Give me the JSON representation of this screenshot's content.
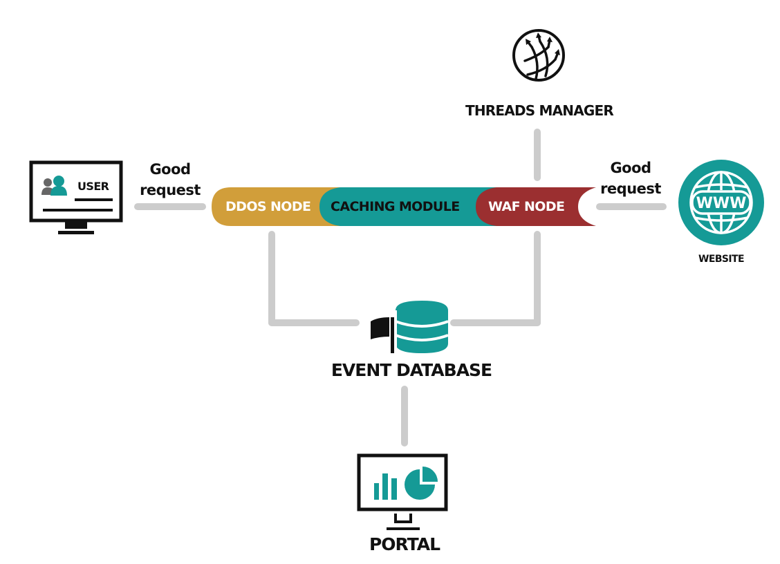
{
  "diagram": {
    "nodes": {
      "user": {
        "label": "USER",
        "icon": "user-monitor-icon"
      },
      "threads_manager": {
        "label": "THREADS MANAGER",
        "icon": "globe-arrows-icon"
      },
      "website": {
        "label": "WEBSITE",
        "icon": "www-globe-icon",
        "icon_text": "WWW"
      },
      "event_database": {
        "label": "EVENT DATABASE",
        "icon": "database-flag-icon"
      },
      "portal": {
        "label": "PORTAL",
        "icon": "dashboard-monitor-icon"
      }
    },
    "pipeline": [
      {
        "id": "ddos",
        "label": "DDOS NODE",
        "color": "#D19E3A",
        "text_color": "#ffffff"
      },
      {
        "id": "caching",
        "label": "CACHING MODULE",
        "color": "#159A96",
        "text_color": "#111111"
      },
      {
        "id": "waf",
        "label": "WAF NODE",
        "color": "#9B2F30",
        "text_color": "#ffffff"
      }
    ],
    "edges": [
      {
        "from": "user",
        "to": "pipeline",
        "label": "Good request"
      },
      {
        "from": "pipeline",
        "to": "website",
        "label": "Good request"
      },
      {
        "from": "threads_manager",
        "to": "waf",
        "label": ""
      },
      {
        "from": "ddos",
        "to": "event_database",
        "label": ""
      },
      {
        "from": "waf",
        "to": "event_database",
        "label": ""
      },
      {
        "from": "event_database",
        "to": "portal",
        "label": ""
      }
    ],
    "edge_labels": {
      "left_line1": "Good",
      "left_line2": "request",
      "right_line1": "Good",
      "right_line2": "request"
    },
    "colors": {
      "accent_teal": "#159A96",
      "ddos_gold": "#D19E3A",
      "waf_red": "#9B2F30",
      "connector_gray": "#CCCCCC",
      "ink": "#111111"
    }
  }
}
